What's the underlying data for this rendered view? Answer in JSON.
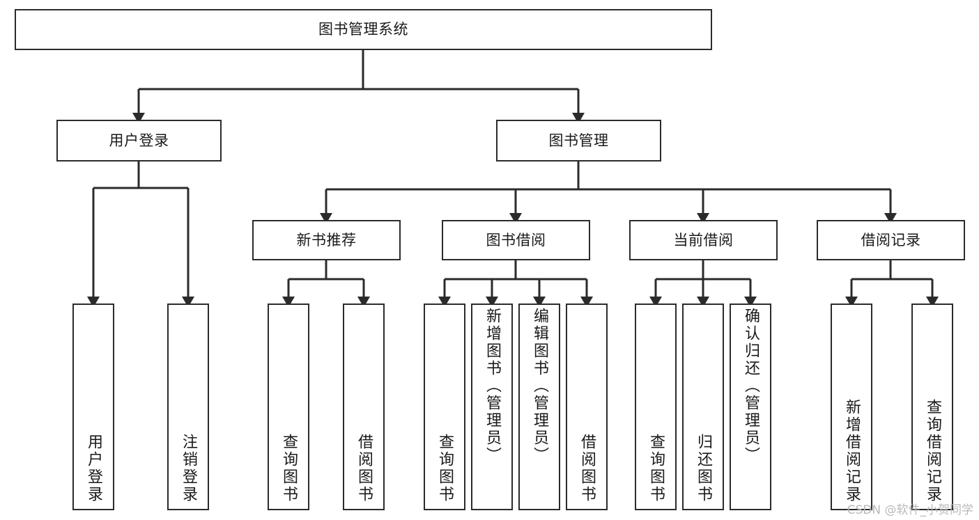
{
  "diagram": {
    "title": "图书管理系统",
    "type": "tree",
    "root": {
      "id": "root",
      "label": "图书管理系统"
    },
    "level2": [
      {
        "id": "user-login",
        "label": "用户登录"
      },
      {
        "id": "book-manage",
        "label": "图书管理"
      }
    ],
    "level3": [
      {
        "id": "new-book-recommend",
        "label": "新书推荐",
        "parent": "book-manage"
      },
      {
        "id": "book-borrow",
        "label": "图书借阅",
        "parent": "book-manage"
      },
      {
        "id": "current-borrow",
        "label": "当前借阅",
        "parent": "book-manage"
      },
      {
        "id": "borrow-record",
        "label": "借阅记录",
        "parent": "book-manage"
      }
    ],
    "leaves": [
      {
        "id": "leaf-user-login",
        "label": "用户登录",
        "parent": "user-login"
      },
      {
        "id": "leaf-logout",
        "label": "注销登录",
        "parent": "user-login"
      },
      {
        "id": "leaf-query-book-1",
        "label": "查询图书",
        "parent": "new-book-recommend"
      },
      {
        "id": "leaf-borrow-book-1",
        "label": "借阅图书",
        "parent": "new-book-recommend"
      },
      {
        "id": "leaf-query-book-2",
        "label": "查询图书",
        "parent": "book-borrow"
      },
      {
        "id": "leaf-add-book",
        "label": "新增图书（管理员）",
        "parent": "book-borrow"
      },
      {
        "id": "leaf-edit-book",
        "label": "编辑图书（管理员）",
        "parent": "book-borrow"
      },
      {
        "id": "leaf-borrow-book-2",
        "label": "借阅图书",
        "parent": "book-borrow"
      },
      {
        "id": "leaf-query-book-3",
        "label": "查询图书",
        "parent": "current-borrow"
      },
      {
        "id": "leaf-return-book",
        "label": "归还图书",
        "parent": "current-borrow"
      },
      {
        "id": "leaf-confirm-return",
        "label": "确认归还（管理员）",
        "parent": "current-borrow"
      },
      {
        "id": "leaf-add-record",
        "label": "新增借阅记录",
        "parent": "borrow-record"
      },
      {
        "id": "leaf-query-record",
        "label": "查询借阅记录",
        "parent": "borrow-record"
      }
    ],
    "colors": {
      "stroke": "#2b2b2b",
      "fill": "#ffffff",
      "text": "#1a1a1a",
      "watermark": "#b9b9b9"
    }
  },
  "watermark": {
    "text": "CSDN @软件_小贺同学"
  }
}
